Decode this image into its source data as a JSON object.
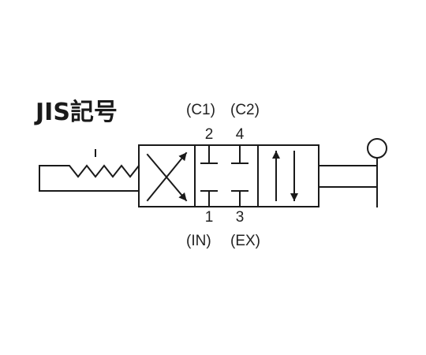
{
  "title": "JIS記号",
  "ports": {
    "top": [
      {
        "number": "2",
        "label": "(C1)"
      },
      {
        "number": "4",
        "label": "(C2)"
      }
    ],
    "bottom": [
      {
        "number": "1",
        "label": "(IN)"
      },
      {
        "number": "3",
        "label": "(EX)"
      }
    ]
  },
  "colors": {
    "line": "#1a1a1a",
    "background": "#ffffff"
  },
  "icons": [
    "spring-icon",
    "cross-flow-arrows-icon",
    "blocked-ports-icon",
    "parallel-flow-arrows-icon",
    "push-button-actuator-icon"
  ]
}
